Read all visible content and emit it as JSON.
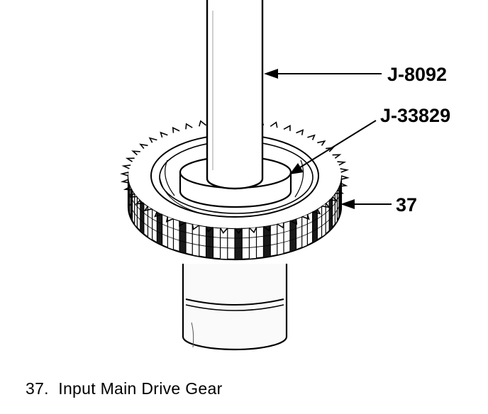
{
  "callouts": {
    "tool_1": "J-8092",
    "tool_2": "J-33829",
    "part": "37"
  },
  "caption": "37.  Input Main Drive Gear",
  "colors": {
    "ink": "#000000",
    "paper": "#ffffff"
  }
}
